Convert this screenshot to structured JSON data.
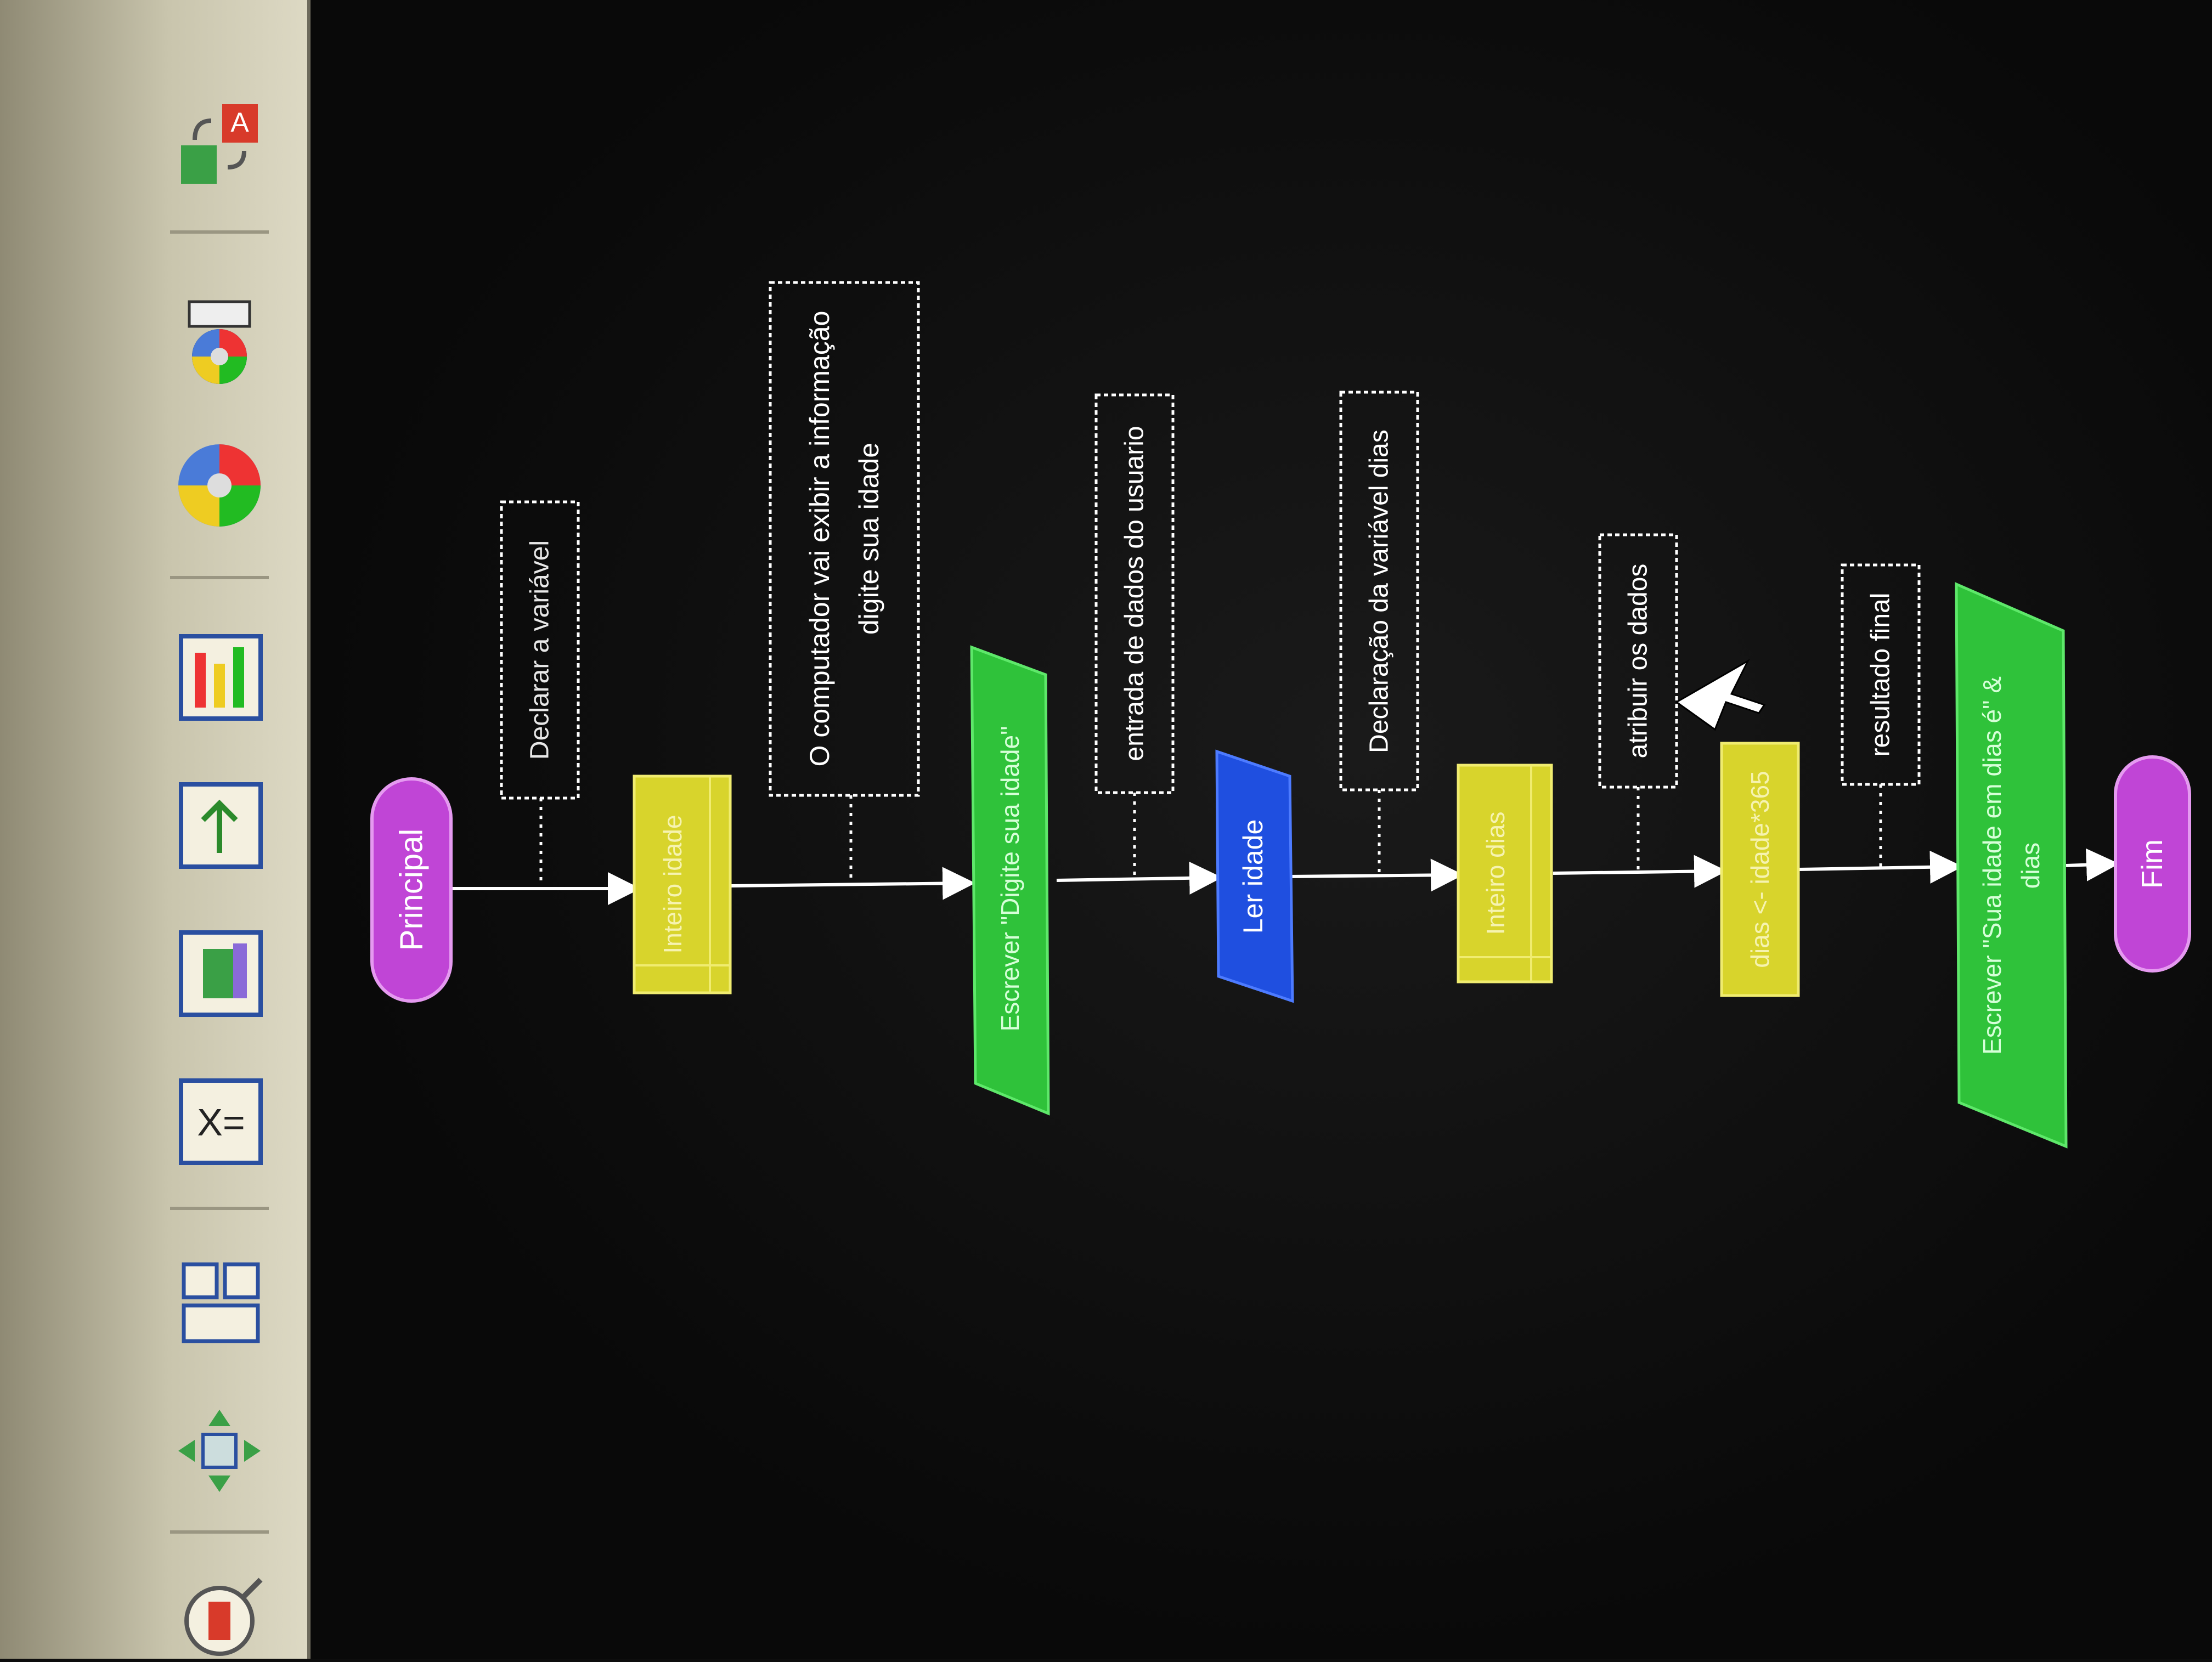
{
  "toolbar": {
    "buttons": [
      {
        "name": "replace-text-icon",
        "glyph": "A"
      },
      {
        "name": "color-palette-width-icon",
        "glyph": ""
      },
      {
        "name": "color-palette-icon",
        "glyph": ""
      },
      {
        "name": "bar-chart-icon",
        "glyph": ""
      },
      {
        "name": "arrow-up-icon",
        "glyph": ""
      },
      {
        "name": "layout-blocks-icon",
        "glyph": ""
      },
      {
        "name": "variables-icon",
        "glyph": "X="
      },
      {
        "name": "grid-layout-icon",
        "glyph": ""
      },
      {
        "name": "move-arrows-icon",
        "glyph": ""
      },
      {
        "name": "stop-icon",
        "glyph": ""
      }
    ]
  },
  "flowchart": {
    "start_label": "Principal",
    "end_label": "Fim",
    "comments": [
      "Declarar a variável",
      "O computador vai exibir a informação\ndigite sua idade",
      "entrada de dados do usuario",
      "Declaração da variável dias",
      "atribuir os dados",
      "resultado final"
    ],
    "nodes": [
      {
        "type": "declare",
        "label": "Inteiro idade"
      },
      {
        "type": "output",
        "label": "Escrever \"Digite sua idade\""
      },
      {
        "type": "input",
        "label": "Ler idade"
      },
      {
        "type": "declare",
        "label": "Inteiro dias"
      },
      {
        "type": "assign",
        "label": "dias <- idade*365"
      },
      {
        "type": "output",
        "label": "Escrever \"Sua idade em dias é\" &\ndias"
      }
    ]
  },
  "colors": {
    "terminal": "#c045d6",
    "declare": "#d8d42c",
    "output": "#2fc23a",
    "input": "#1f4fe0",
    "connector": "#ffffff",
    "comment_border": "#ffffff"
  }
}
